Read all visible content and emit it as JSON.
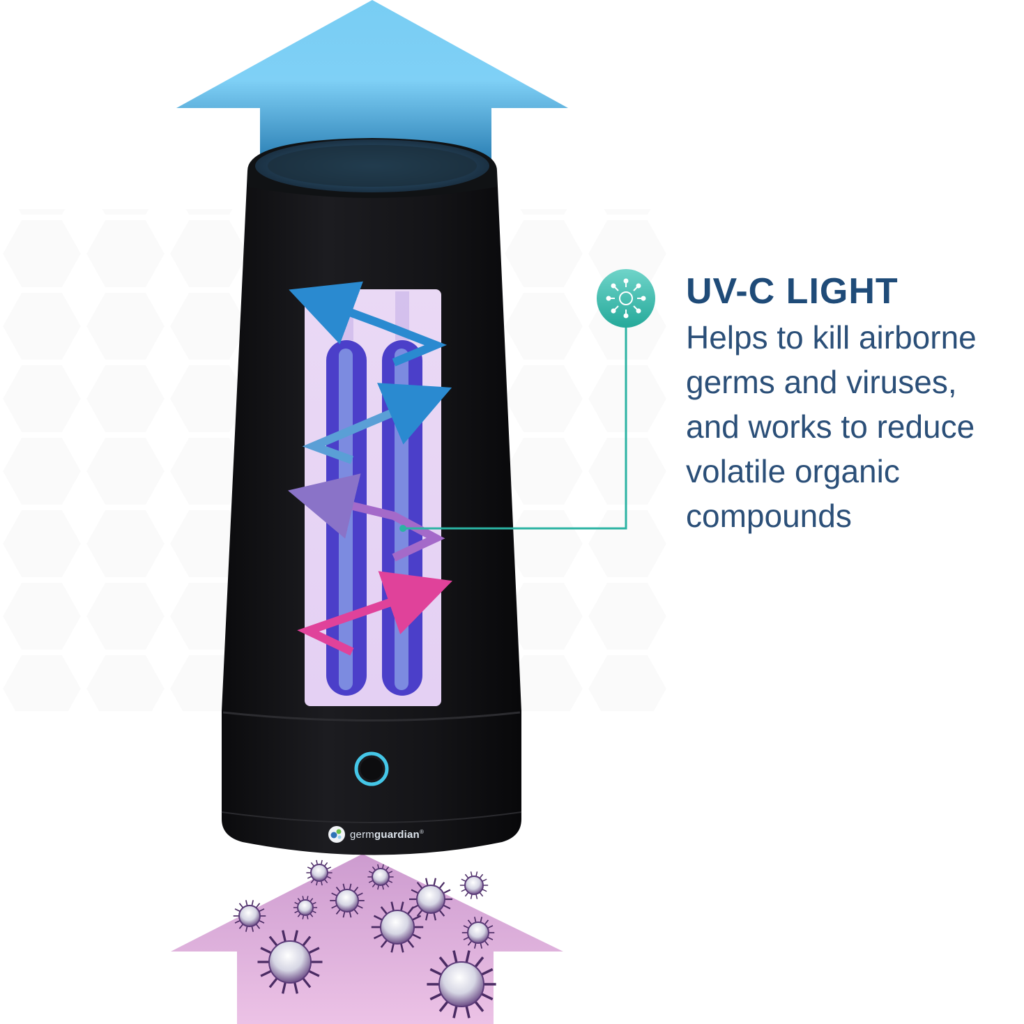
{
  "feature": {
    "title": "UV-C LIGHT",
    "lines": [
      "Helps to kill airborne",
      "germs and viruses,",
      "and works to reduce",
      "volatile organic",
      "compounds"
    ]
  },
  "brand": {
    "prefix": "germ",
    "name": "guardian",
    "mark": "®"
  },
  "icons": {
    "feature_badge": "virus-icon",
    "power_button": "power-ring-icon"
  },
  "colors": {
    "title": "#1f4b78",
    "body": "#2b4f78",
    "callout": "#2bb3a3",
    "arrow_top": "#5ec3f0",
    "arrow_bottom": "#d86fb8",
    "device": "#141416",
    "uv_lamp": "#5a4fd6",
    "power_ring": "#45c7e8"
  }
}
